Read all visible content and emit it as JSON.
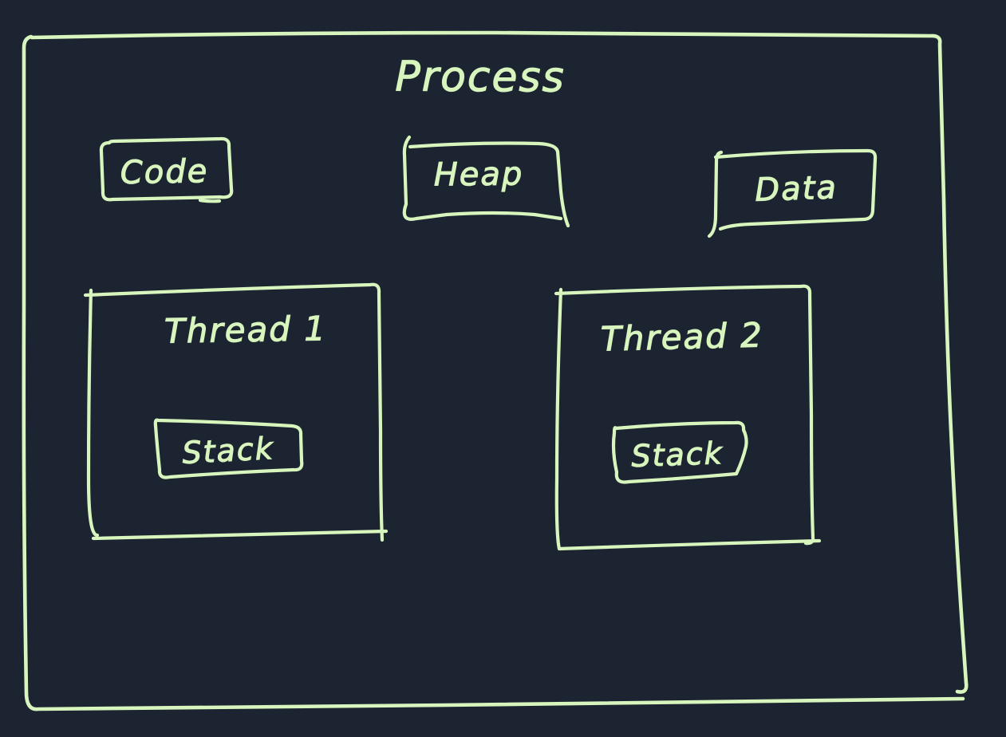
{
  "colors": {
    "background": "#1d2431",
    "ink": "#d7f5bd"
  },
  "diagram": {
    "title": "Process",
    "segments": {
      "code": "Code",
      "heap": "Heap",
      "data": "Data"
    },
    "threads": [
      {
        "label": "Thread 1",
        "stack_label": "Stack"
      },
      {
        "label": "Thread 2",
        "stack_label": "Stack"
      }
    ]
  }
}
